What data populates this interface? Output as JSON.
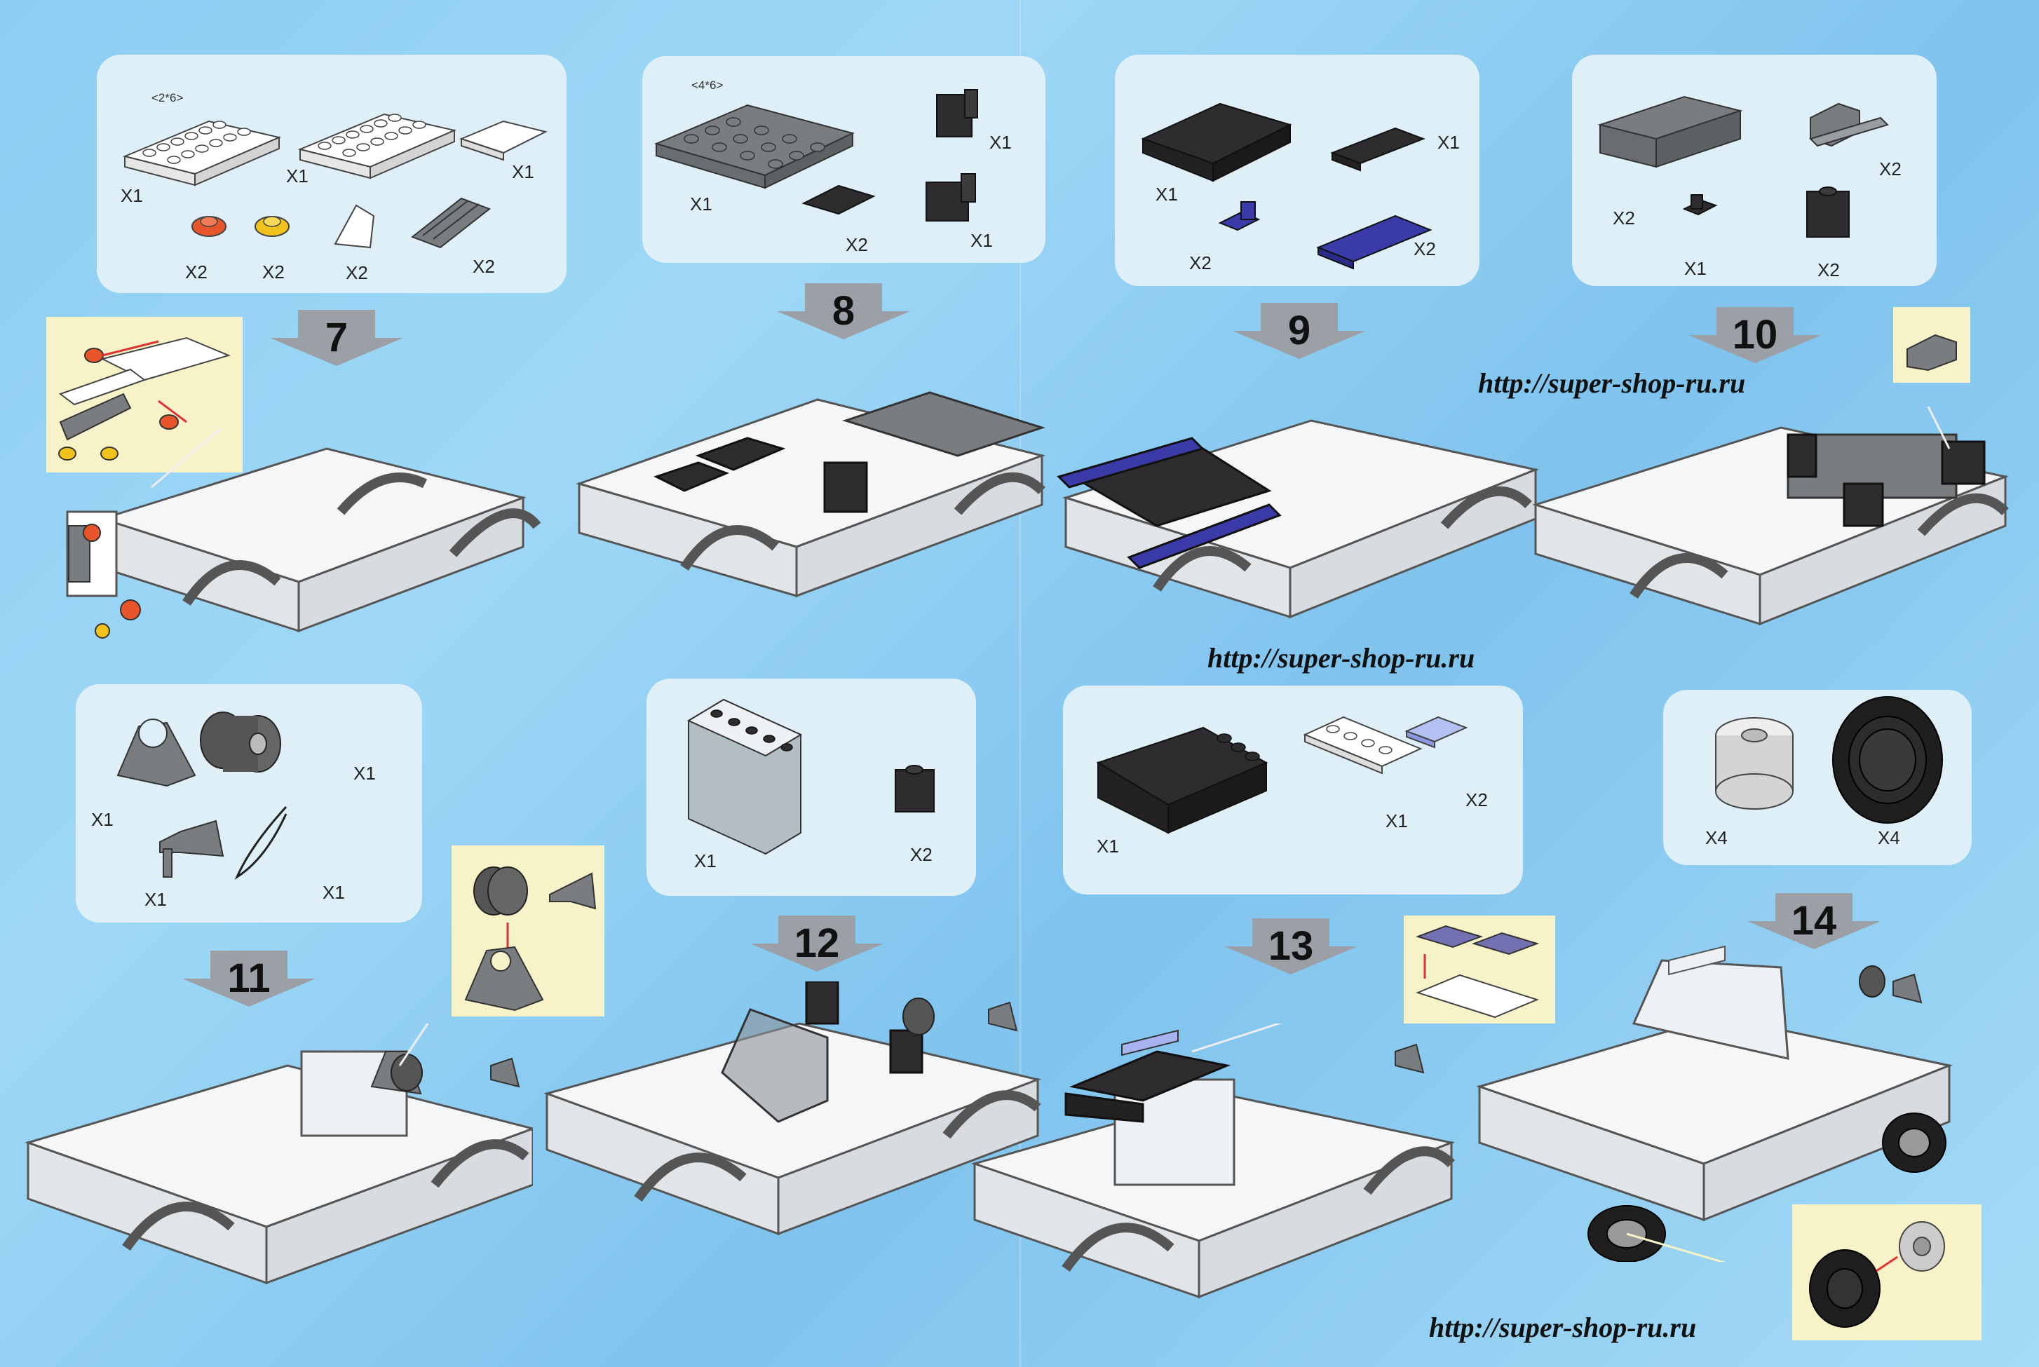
{
  "steps": [
    {
      "number": "7",
      "parts": [
        {
          "label": "X1"
        },
        {
          "label": "X1"
        },
        {
          "label": "X1"
        },
        {
          "label": "X2"
        },
        {
          "label": "X2"
        },
        {
          "label": "X2"
        },
        {
          "label": "X2"
        }
      ],
      "dimension": "<2*6>"
    },
    {
      "number": "8",
      "parts": [
        {
          "label": "X1"
        },
        {
          "label": "X1"
        },
        {
          "label": "X2"
        },
        {
          "label": "X1"
        }
      ],
      "dimension": "<4*6>"
    },
    {
      "number": "9",
      "parts": [
        {
          "label": "X1"
        },
        {
          "label": "X1"
        },
        {
          "label": "X2"
        },
        {
          "label": "X2"
        }
      ]
    },
    {
      "number": "10",
      "parts": [
        {
          "label": "X2"
        },
        {
          "label": "X2"
        },
        {
          "label": "X1"
        },
        {
          "label": "X2"
        }
      ]
    },
    {
      "number": "11",
      "parts": [
        {
          "label": "X1"
        },
        {
          "label": "X1"
        },
        {
          "label": "X1"
        },
        {
          "label": "X1"
        }
      ]
    },
    {
      "number": "12",
      "parts": [
        {
          "label": "X1"
        },
        {
          "label": "X2"
        }
      ]
    },
    {
      "number": "13",
      "parts": [
        {
          "label": "X1"
        },
        {
          "label": "X1"
        },
        {
          "label": "X2"
        }
      ]
    },
    {
      "number": "14",
      "parts": [
        {
          "label": "X4"
        },
        {
          "label": "X4"
        }
      ]
    }
  ],
  "watermarks": [
    "http://super-shop-ru.ru",
    "http://super-shop-ru.ru",
    "http://super-shop-ru.ru"
  ],
  "colors": {
    "background": "#8ccdf2",
    "panel": "#dfeff8",
    "inset": "#f7f2c8",
    "brick_white": "#f4f6f8",
    "brick_gray": "#7a7d80",
    "brick_dark": "#2e2c2e",
    "brick_blue": "#3a3aa8",
    "arrow": "#9aa0a6"
  }
}
